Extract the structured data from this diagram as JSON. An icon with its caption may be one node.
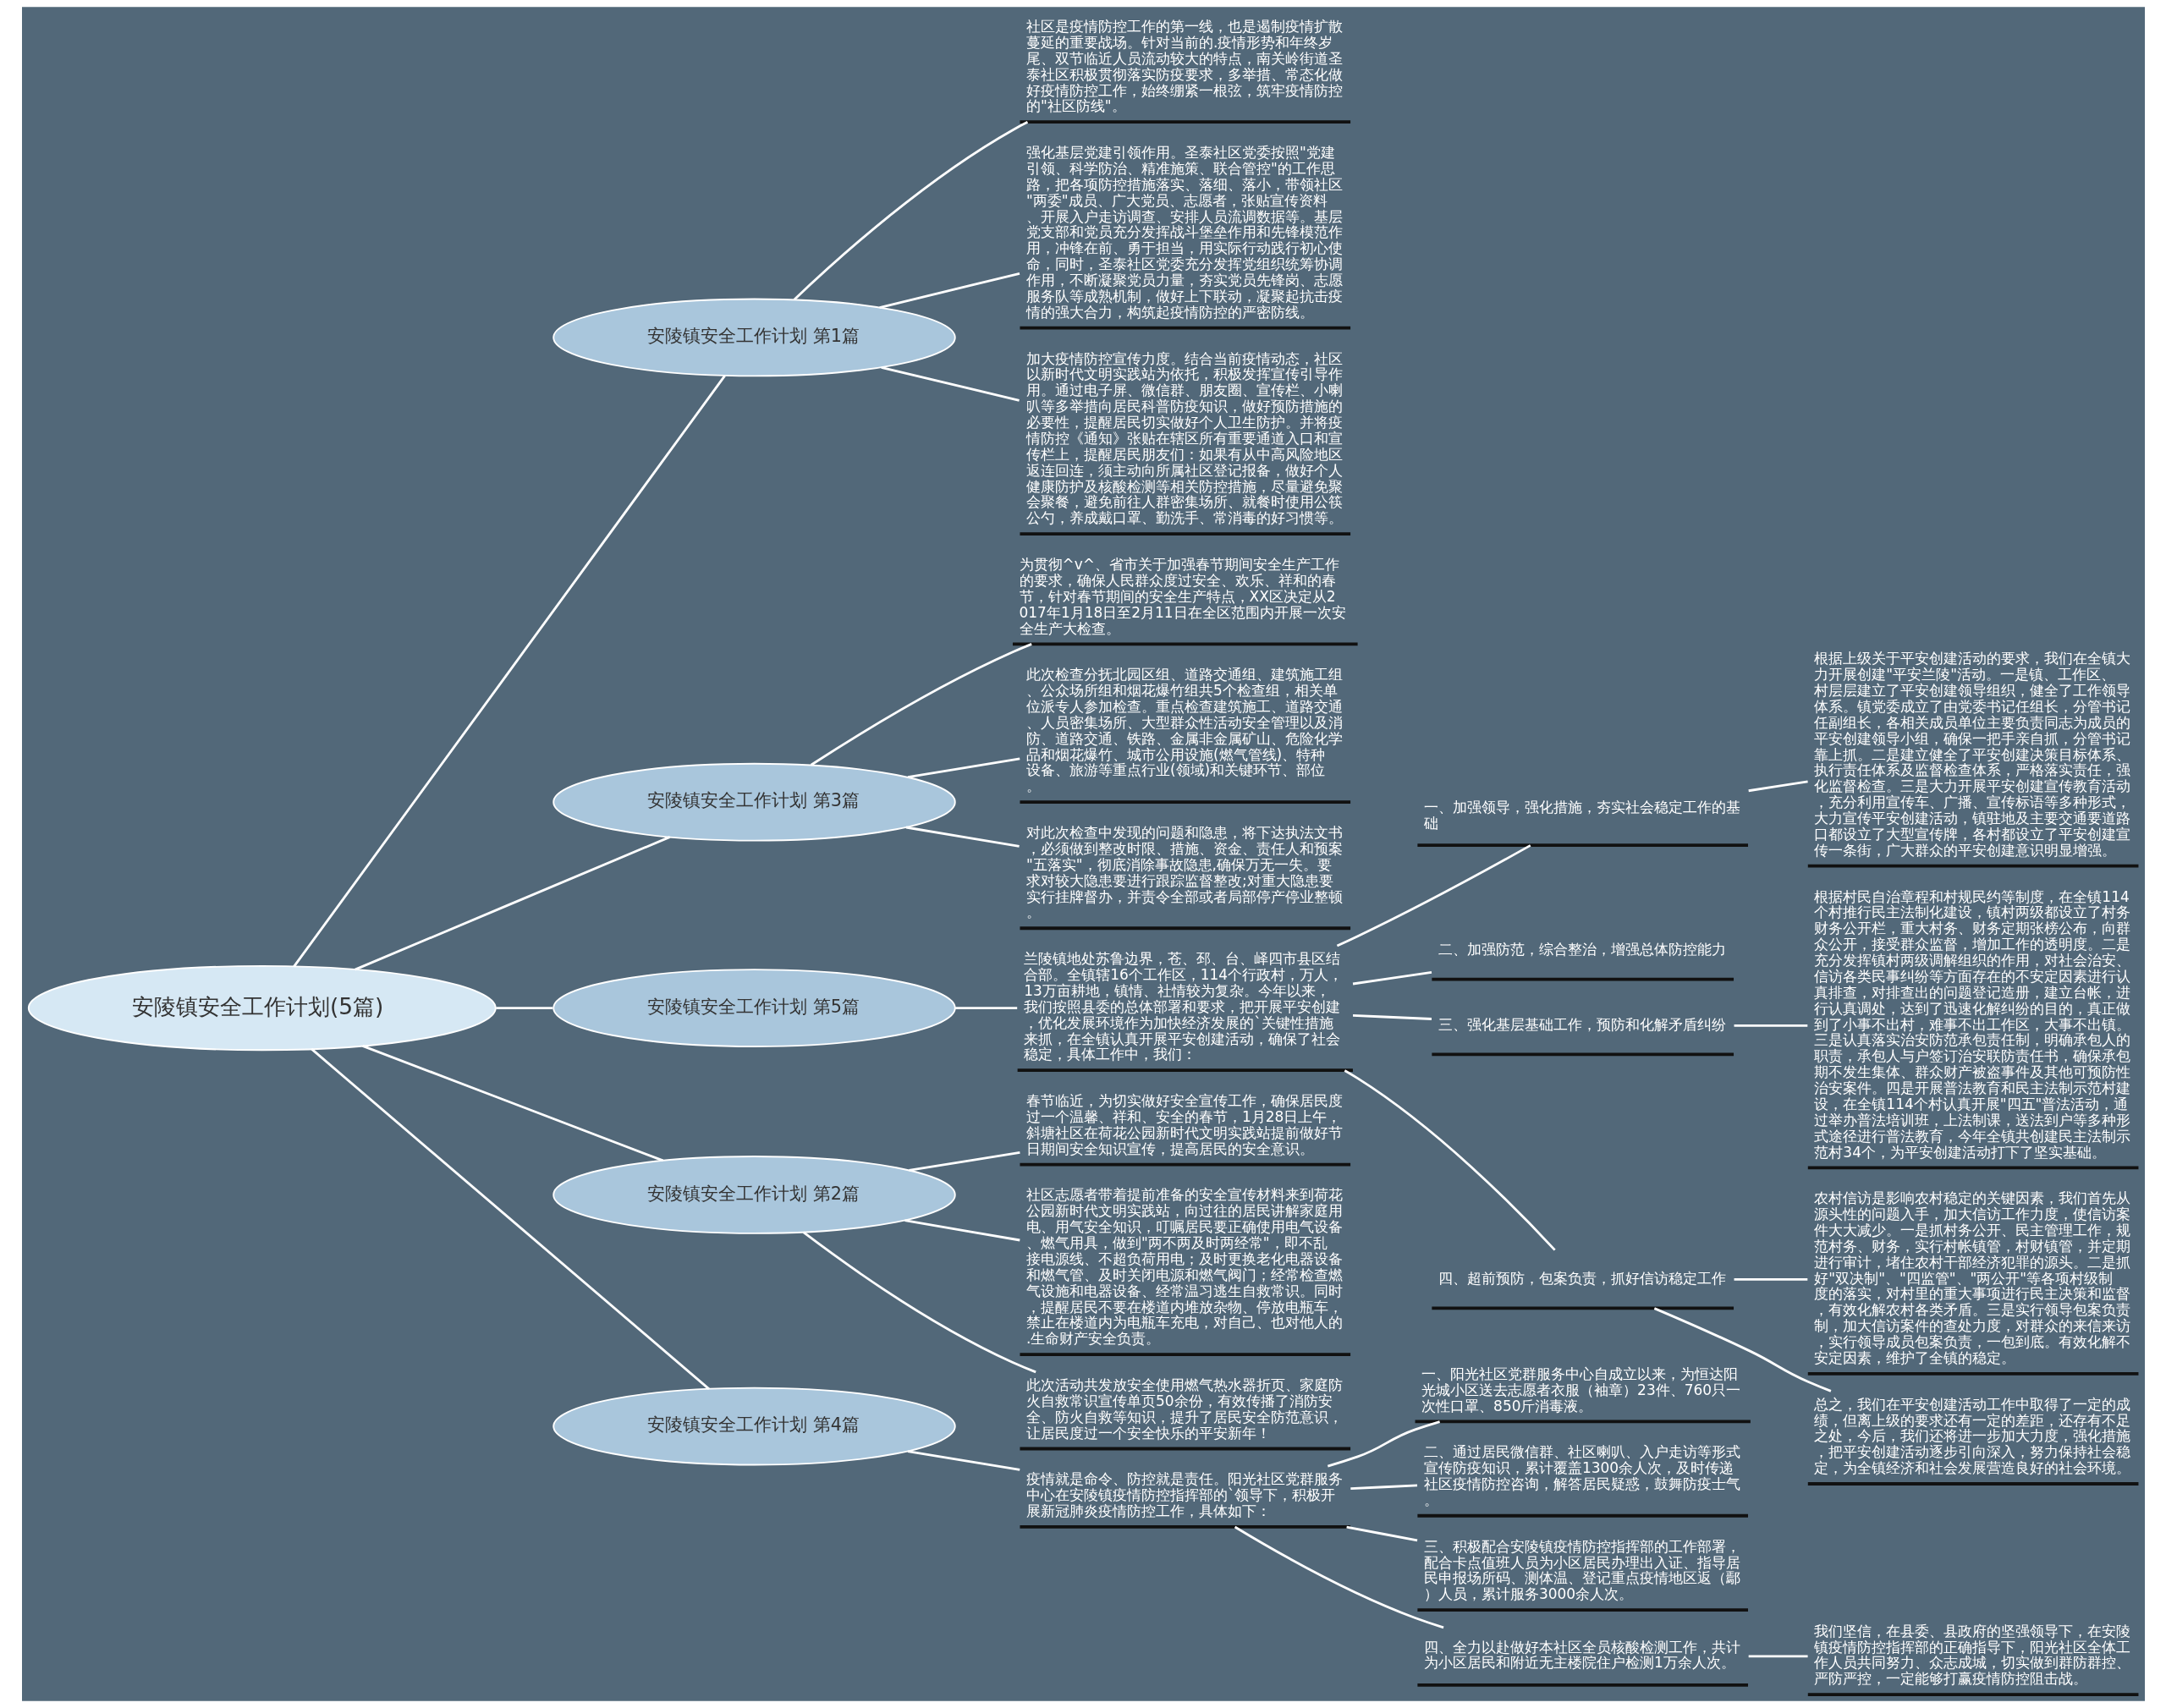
{
  "diagram": {
    "nodes": [
      {
        "text": [
          "安陵镇安全工作计划(5篇)"
        ]
      },
      {
        "text": [
          "安陵镇安全工作计划 第1篇"
        ]
      },
      {
        "text": [
          "社区是疫情防控工作的第一线，也是遏制疫情扩散蔓延的重要战场。针对当前的.疫情形势和年终岁尾、双节临近人员流动较大的特点，南关岭街道圣泰社区积极贯彻落实防疫要求，多举措、常态化做好疫情防控工作，始终绷紧一根弦，筑牢疫情防控的\"社区防线\"。"
        ]
      },
      {
        "text": [
          "强化基层党建引领作用。圣泰社区党委按照\"党建引领、科学防治、精准施策、联合管控\"的工作思路，把各项防控措施落实、落细、落小，带领社区\"两委\"成员、广大党员、志愿者，张贴宣传资料、开展入户走访调查、安排人员流调数据等。基层党支部和党员充分发挥战斗堡垒作用和先锋模范作用，冲锋在前、勇于担当，用实际行动践行初心使命，同时，圣泰社区党委充分发挥党组织统筹协调作用，不断凝聚党员力量，夯实党员先锋岗、志愿服务队等成熟机制，做好上下联动，凝聚起抗击疫情的强大合力，构筑起疫情防控的严密防线。"
        ]
      },
      {
        "text": [
          "加大疫情防控宣传力度。结合当前疫情动态，社区以新时代文明实践站为依托，积极发挥宣传引导作用。通过电子屏、微信群、朋友圈、宣传栏、小喇叭等多举措向居民科普防疫知识，做好预防措施的必要性，提醒居民切实做好个人卫生防护。并将疫情防控《通知》张贴在辖区所有重要通道入口和宣传栏上，提醒居民朋友们：如果有从中高风险地区返连回连，须主动向所属社区登记报备，做好个人健康防护及核酸检测等相关防控措施，尽量避免聚会聚餐，避免前往人群密集场所、就餐时使用公筷公勺，养成戴口罩、勤洗手、常消毒的好习惯等。"
        ]
      },
      {
        "text": [
          "安陵镇安全工作计划 第3篇"
        ]
      },
      {
        "text": [
          "为贯彻^v^、省市关于加强春节期间安全生产工作的要求，确保人民群众度过安全、欢乐、祥和的春节，针对春节期间的安全生产特点，XX区决定从2017年1月18日至2月11日在全区范围内开展一次安全生产大检查。"
        ]
      },
      {
        "text": [
          "此次检查分抚北园区组、道路交通组、建筑施工组、公众场所组和烟花爆竹组共5个检查组，相关单位派专人参加检查。重点检查建筑施工、道路交通、人员密集场所、大型群众性活动安全管理以及消防、道路交通、铁路、金属非金属矿山、危险化学品和烟花爆竹、城市公用设施(燃气管线)、特种设备、旅游等重点行业(领域)和关键环节、部位。"
        ]
      },
      {
        "text": [
          "对此次检查中发现的问题和隐患，将下达执法文书，必须做到整改时限、措施、资金、责任人和预案\"五落实\"，彻底消除事故隐患,确保万无一失。要求对较大隐患要进行跟踪监督整改;对重大隐患要实行挂牌督办，并责令全部或者局部停产停业整顿。"
        ]
      },
      {
        "text": [
          "安陵镇安全工作计划 第5篇"
        ]
      },
      {
        "text": [
          "兰陵镇地处苏鲁边界，苍、邳、台、峄四市县区结合部。全镇辖16个工作区，114个行政村，万人，13万亩耕地，镇情、社情较为复杂。今年以来，我们按照县委的总体部署和要求，把开展平安创建，优化发展环境作为加快经济发展的`关键性措施来抓，在全镇认真开展平安创建活动，确保了社会稳定，具体工作中，我们："
        ]
      },
      {
        "text": [
          "一、加强领导，强化措施，夯实社会稳定工作的基础"
        ]
      },
      {
        "text": [
          "根据上级关于平安创建活动的要求，我们在全镇大力开展创建\"平安兰陵\"活动。一是镇、工作区、村层层建立了平安创建领导组织，健全了工作领导体系。镇党委成立了由党委书记任组长，分管书记任副组长，各相关成员单位主要负责同志为成员的平安创建领导小组，确保一把手亲自抓，分管书记靠上抓。二是建立健全了平安创建决策目标体系、执行责任体系及监督检查体系，严格落实责任，强化监督检查。三是大力开展平安创建宣传教育活动，充分利用宣传车、广播、宣传标语等多种形式，大力宣传平安创建活动，镇驻地及主要交通要道路口都设立了大型宣传牌，各村都设立了平安创建宣传一条街，广大群众的平安创建意识明显增强。"
        ]
      },
      {
        "text": [
          "二、加强防范，综合整治，增强总体防控能力"
        ]
      },
      {
        "text": [
          "三、强化基层基础工作，预防和化解矛盾纠纷"
        ]
      },
      {
        "text": [
          "根据村民自治章程和村规民约等制度，在全镇114个村推行民主法制化建设，镇村两级都设立了村务财务公开栏，重大村务、财务定期张榜公布，向群众公开，接受群众监督，增加工作的透明度。二是充分发挥镇村两级调解组织的作用，对社会治安、信访各类民事纠纷等方面存在的不安定因素进行认真排查，对排查出的问题登记造册，建立台帐，进行认真调处，达到了迅速化解纠纷的目的，真正做到了小事不出村，难事不出工作区，大事不出镇。三是认真落实治安防范承包责任制，明确承包人的职责，承包人与户签订治安联防责任书，确保承包期不发生集体、群众财产被盗事件及其他可预防性治安案件。四是开展普法教育和民主法制示范村建设，在全镇114个村认真开展\"四五\"普法活动，通过举办普法培训班，上法制课，送法到户等多种形式途径进行普法教育，今年全镇共创建民主法制示范村34个，为平安创建活动打下了坚实基础。"
        ]
      },
      {
        "text": [
          "四、超前预防，包案负责，抓好信访稳定工作"
        ]
      },
      {
        "text": [
          "农村信访是影响农村稳定的关键因素，我们首先从源头性的问题入手，加大信访工作力度，使信访案件大大减少。一是抓村务公开、民主管理工作，规范村务、财务，实行村帐镇管，村财镇管，并定期进行审计，堵住农村干部经济犯罪的源头。二是抓好\"双决制\"、\"四监管\"、\"两公开\"等各项村级制度的落实，对村里的重大事项进行民主决策和监督，有效化解农村各类矛盾。三是实行领导包案负责制，加大信访案件的查处力度，对群众的来信来访，实行领导成员包案负责，一包到底。有效化解不安定因素，维护了全镇的稳定。"
        ]
      },
      {
        "text": [
          "总之，我们在平安创建活动工作中取得了一定的成绩，但离上级的要求还有一定的差距，还存有不足之处，今后，我们还将进一步加大力度，强化措施，把平安创建活动逐步引向深入，努力保持社会稳定，为全镇经济和社会发展营造良好的社会环境。"
        ]
      },
      {
        "text": [
          "安陵镇安全工作计划 第2篇"
        ]
      },
      {
        "text": [
          "春节临近，为切实做好安全宣传工作，确保居民度过一个温馨、祥和、安全的春节，1月28日上午，斜塘社区在荷花公园新时代文明实践站提前做好节日期间安全知识宣传，提高居民的安全意识。"
        ]
      },
      {
        "text": [
          "社区志愿者带着提前准备的安全宣传材料来到荷花公园新时代文明实践站，向过往的居民讲解家庭用电、用气安全知识，叮嘱居民要正确使用电气设备、燃气用具，做到\"两不两及时两经常\"，即不乱接电源线、不超负荷用电；及时更换老化电器设备和燃气管、及时关闭电源和燃气阀门；经常检查燃气设施和电器设备、经常温习逃生自救常识。同时，提醒居民不要在楼道内堆放杂物、停放电瓶车，禁止在楼道内为电瓶车充电，对自己、也对他人的.生命财产安全负责。"
        ]
      },
      {
        "text": [
          "此次活动共发放安全使用燃气热水器折页、家庭防火自救常识宣传单页50余份，有效传播了消防安全、防火自救等知识，提升了居民安全防范意识，让居民度过一个安全快乐的平安新年！"
        ]
      },
      {
        "text": [
          "安陵镇安全工作计划 第4篇"
        ]
      },
      {
        "text": [
          "疫情就是命令、防控就是责任。阳光社区党群服务中心在安陵镇疫情防控指挥部的`领导下，积极开展新冠肺炎疫情防控工作，具体如下："
        ]
      },
      {
        "text": [
          "一、阳光社区党群服务中心自成立以来，为恒达阳光城小区送去志愿者衣服（袖章）23件、760只一次性口罩、850斤消毒液。"
        ]
      },
      {
        "text": [
          "二、通过居民微信群、社区喇叭、入户走访等形式宣传防疫知识，累计覆盖1300余人次，及时传递社区疫情防控咨询，解答居民疑惑，鼓舞防疫士气。"
        ]
      },
      {
        "text": [
          "三、积极配合安陵镇疫情防控指挥部的工作部署，配合卡点值班人员为小区居民办理出入证、指导居民申报场所码、测体温、登记重点疫情地区返（鄢）人员，累计服务3000余人次。"
        ]
      },
      {
        "text": [
          "四、全力以赴做好本社区全员核酸检测工作，共计为小区居民和附近无主楼院住户检测1万余人次。"
        ]
      },
      {
        "text": [
          "我们坚信，在县委、县政府的坚强领导下，在安陵镇疫情防控指挥部的正确指导下，阳光社区全体工作人员共同努力、众志成城，切实做到群防群控、严防严控，一定能够打赢疫情防控阻击战。"
        ]
      }
    ],
    "edges": [
      {
        "from": 0,
        "to": 1,
        "arrow": "none"
      },
      {
        "from": 1,
        "to": 2,
        "arrow": "none"
      },
      {
        "from": 1,
        "to": 3,
        "arrow": "none"
      },
      {
        "from": 1,
        "to": 4,
        "arrow": "none"
      },
      {
        "from": 0,
        "to": 5,
        "arrow": "none"
      },
      {
        "from": 5,
        "to": 6,
        "arrow": "none"
      },
      {
        "from": 5,
        "to": 7,
        "arrow": "none"
      },
      {
        "from": 5,
        "to": 8,
        "arrow": "none"
      },
      {
        "from": 0,
        "to": 9,
        "arrow": "none"
      },
      {
        "from": 9,
        "to": 10,
        "arrow": "none"
      },
      {
        "from": 10,
        "to": 11,
        "arrow": "none"
      },
      {
        "from": 11,
        "to": 12,
        "arrow": "none"
      },
      {
        "from": 10,
        "to": 13,
        "arrow": "none"
      },
      {
        "from": 10,
        "to": 14,
        "arrow": "none"
      },
      {
        "from": 14,
        "to": 15,
        "arrow": "none"
      },
      {
        "from": 10,
        "to": 16,
        "arrow": "none"
      },
      {
        "from": 16,
        "to": 17,
        "arrow": "none"
      },
      {
        "from": 16,
        "to": 18,
        "arrow": "none"
      },
      {
        "from": 0,
        "to": 19,
        "arrow": "none"
      },
      {
        "from": 19,
        "to": 20,
        "arrow": "none"
      },
      {
        "from": 19,
        "to": 21,
        "arrow": "none"
      },
      {
        "from": 19,
        "to": 22,
        "arrow": "none"
      },
      {
        "from": 0,
        "to": 23,
        "arrow": "none"
      },
      {
        "from": 23,
        "to": 24,
        "arrow": "none"
      },
      {
        "from": 24,
        "to": 25,
        "arrow": "none"
      },
      {
        "from": 24,
        "to": 26,
        "arrow": "none"
      },
      {
        "from": 24,
        "to": 27,
        "arrow": "none"
      },
      {
        "from": 24,
        "to": 28,
        "arrow": "none"
      },
      {
        "from": 28,
        "to": 29,
        "arrow": "none"
      }
    ]
  }
}
